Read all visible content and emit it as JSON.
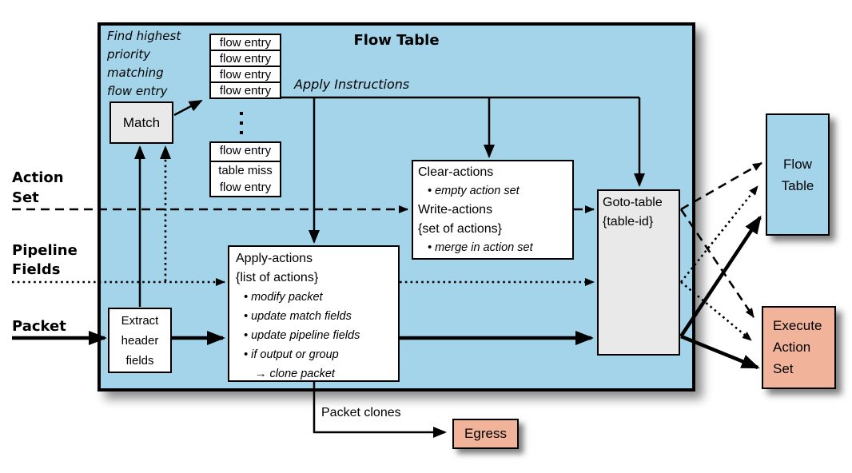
{
  "colors": {
    "flow_table_fill": "#a3d4e9",
    "salmon_fill": "#f1b49b",
    "gray_box_fill": "#e9e9e9",
    "white_box_fill": "#ffffff",
    "line_color": "#000000"
  },
  "flow_table": {
    "title": "Flow Table",
    "note": [
      "Find highest",
      "priority",
      "matching",
      "flow entry"
    ],
    "match_label": "Match",
    "flow_entries": [
      "flow entry",
      "flow entry",
      "flow entry",
      "flow entry"
    ],
    "table_miss": [
      "flow entry",
      "table miss",
      "flow entry"
    ],
    "apply_instructions_label": "Apply Instructions",
    "clear_write": {
      "title1": "Clear-actions",
      "bullet1": "• empty action set",
      "title2": "Write-actions",
      "title3": "{set of actions}",
      "bullet2": "• merge in action set"
    },
    "apply_actions": {
      "title": "Apply-actions",
      "subtitle": "{list of actions}",
      "bullets": [
        "• modify packet",
        "• update match fields",
        "• update pipeline fields",
        "• if output or group",
        "→ clone packet"
      ]
    },
    "goto_table": [
      "Goto-table",
      "{table-id}"
    ],
    "extract": [
      "Extract",
      "header",
      "fields"
    ]
  },
  "left_labels": {
    "action_set": [
      "Action",
      "Set"
    ],
    "pipeline_fields": [
      "Pipeline",
      "Fields"
    ],
    "packet": "Packet"
  },
  "right": {
    "flow_table": [
      "Flow",
      "Table"
    ],
    "execute": [
      "Execute",
      "Action",
      "Set"
    ]
  },
  "bottom": {
    "packet_clones": "Packet clones",
    "egress": "Egress"
  }
}
